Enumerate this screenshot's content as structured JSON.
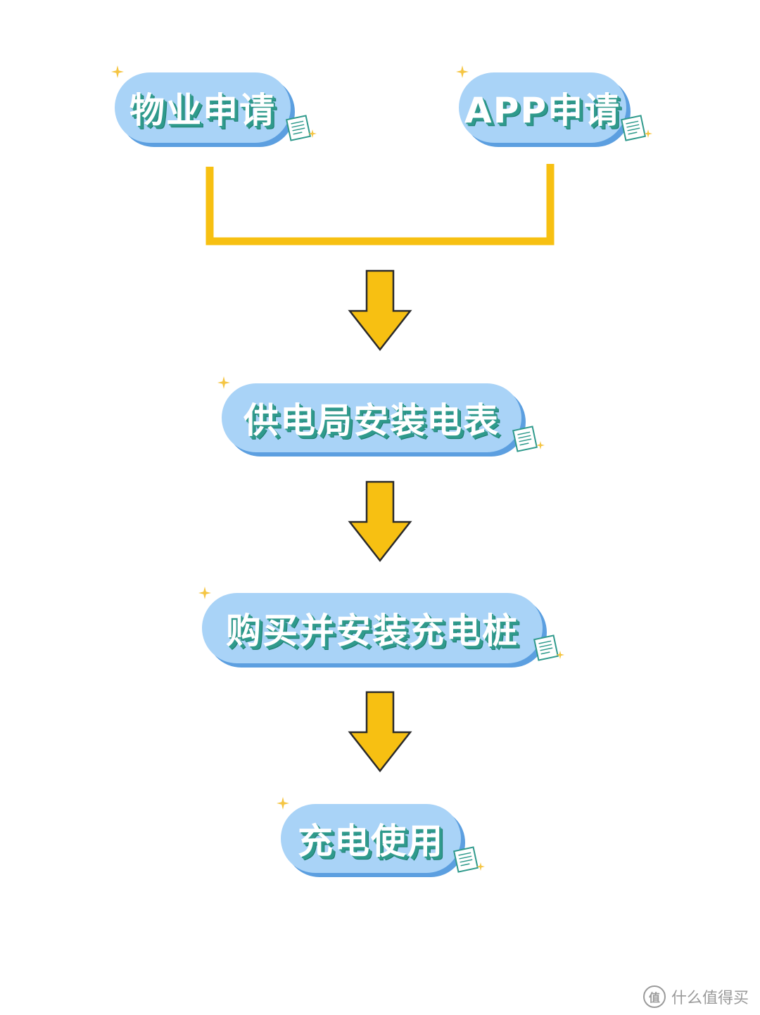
{
  "nodes": {
    "property": {
      "label": "物业申请"
    },
    "app": {
      "label": "APP申请"
    },
    "meter": {
      "label": "供电局安装电表"
    },
    "charger": {
      "label": "购买并安装充电桩"
    },
    "use": {
      "label": "充电使用"
    }
  },
  "watermark": {
    "text": "什么值得买",
    "icon_glyph": "值"
  },
  "colors": {
    "pill_fill": "#a9d3f7",
    "pill_shadow": "#5c9fe0",
    "label_shadow": "#2f9a8c",
    "connector": "#f7c012",
    "arrow_fill": "#f7c012",
    "arrow_stroke": "#2a2a2a",
    "sparkle": "#f5c542"
  },
  "icons": [
    "sparkle-icon",
    "document-icon",
    "down-arrow-icon",
    "watermark-logo-icon"
  ]
}
